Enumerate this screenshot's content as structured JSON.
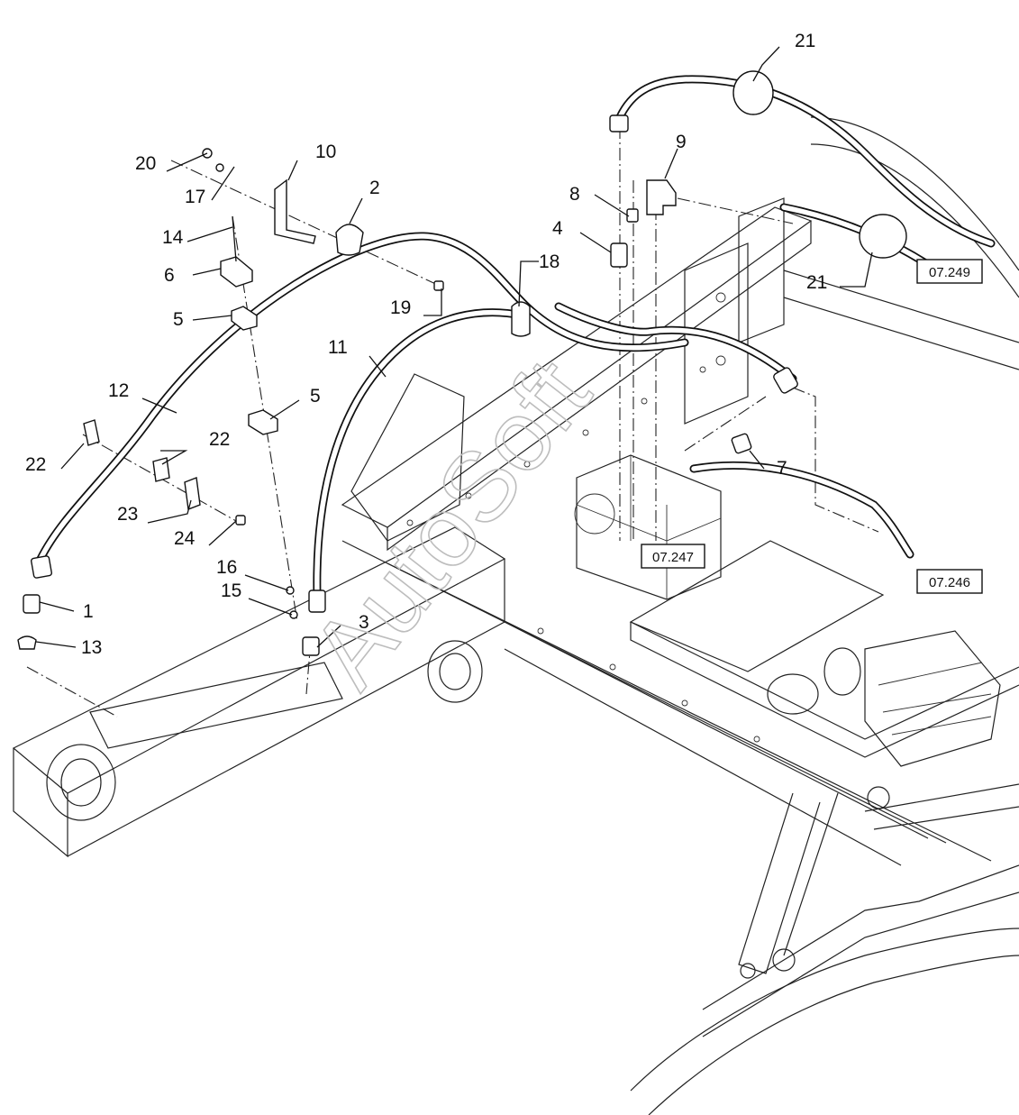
{
  "watermark": "AutoSoft",
  "callouts": [
    {
      "id": "c1",
      "text": "1"
    },
    {
      "id": "c2",
      "text": "2"
    },
    {
      "id": "c3",
      "text": "3"
    },
    {
      "id": "c4",
      "text": "4"
    },
    {
      "id": "c5a",
      "text": "5"
    },
    {
      "id": "c5b",
      "text": "5"
    },
    {
      "id": "c6",
      "text": "6"
    },
    {
      "id": "c7",
      "text": "7"
    },
    {
      "id": "c8",
      "text": "8"
    },
    {
      "id": "c9",
      "text": "9"
    },
    {
      "id": "c10",
      "text": "10"
    },
    {
      "id": "c11",
      "text": "11"
    },
    {
      "id": "c12",
      "text": "12"
    },
    {
      "id": "c13",
      "text": "13"
    },
    {
      "id": "c14",
      "text": "14"
    },
    {
      "id": "c15",
      "text": "15"
    },
    {
      "id": "c16",
      "text": "16"
    },
    {
      "id": "c17",
      "text": "17"
    },
    {
      "id": "c18",
      "text": "18"
    },
    {
      "id": "c19",
      "text": "19"
    },
    {
      "id": "c20",
      "text": "20"
    },
    {
      "id": "c21a",
      "text": "21"
    },
    {
      "id": "c21b",
      "text": "21"
    },
    {
      "id": "c22a",
      "text": "22"
    },
    {
      "id": "c22b",
      "text": "22"
    },
    {
      "id": "c23",
      "text": "23"
    },
    {
      "id": "c24",
      "text": "24"
    }
  ],
  "references": [
    {
      "id": "r249",
      "text": "07.249"
    },
    {
      "id": "r247",
      "text": "07.247"
    },
    {
      "id": "r246",
      "text": "07.246"
    }
  ]
}
